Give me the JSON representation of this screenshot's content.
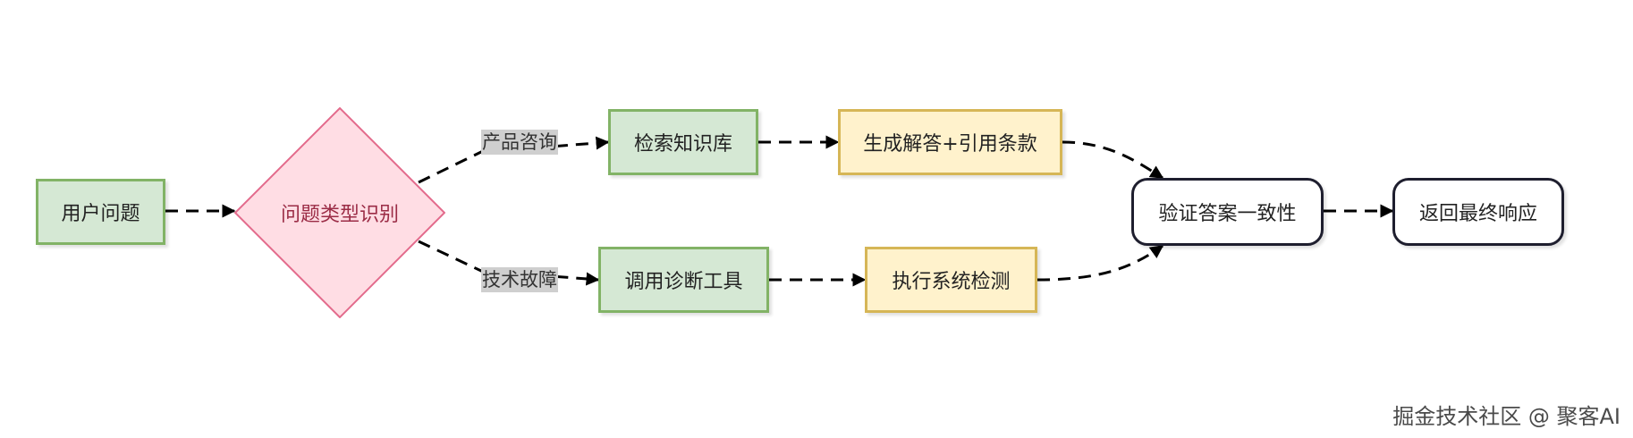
{
  "nodes": {
    "user_question": "用户问题",
    "classify": "问题类型识别",
    "search_kb": "检索知识库",
    "generate_answer": "生成解答+引用条款",
    "call_diag": "调用诊断工具",
    "run_check": "执行系统检测",
    "verify": "验证答案一致性",
    "final": "返回最终响应"
  },
  "edge_labels": {
    "product": "产品咨询",
    "tech": "技术故障"
  },
  "watermark": "掘金技术社区 @ 聚客AI",
  "colors": {
    "green_fill": "#d5e8d4",
    "green_stroke": "#82b366",
    "yellow_fill": "#fff2cc",
    "yellow_stroke": "#d6b656",
    "diamond_fill": "#ffdde4",
    "diamond_stroke": "#e36b8c",
    "edge": "#000000"
  }
}
